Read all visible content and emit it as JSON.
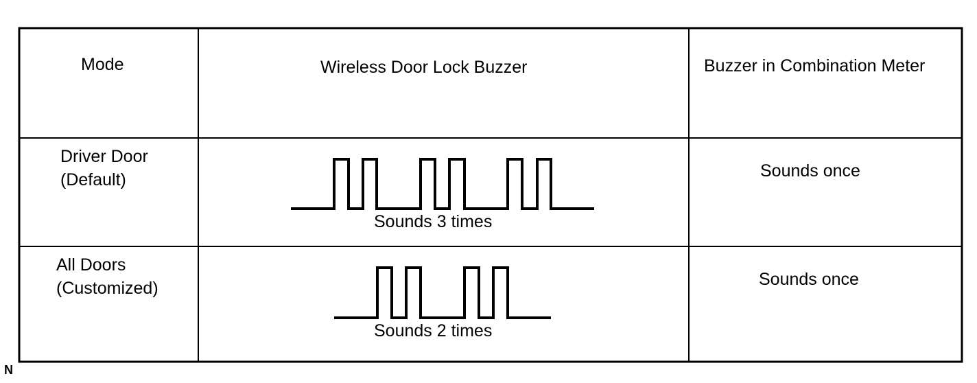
{
  "table": {
    "headers": {
      "mode": "Mode",
      "wireless": "Wireless Door Lock Buzzer",
      "meter": "Buzzer in Combination Meter"
    },
    "rows": [
      {
        "mode_line1": "Driver Door",
        "mode_line2": "(Default)",
        "waveform_pulses": 6,
        "waveform_label": "Sounds 3 times",
        "meter": "Sounds once"
      },
      {
        "mode_line1": "All Doors",
        "mode_line2": "(Customized)",
        "waveform_pulses": 4,
        "waveform_label": "Sounds 2 times",
        "meter": "Sounds once"
      }
    ]
  },
  "corner_mark": "N"
}
